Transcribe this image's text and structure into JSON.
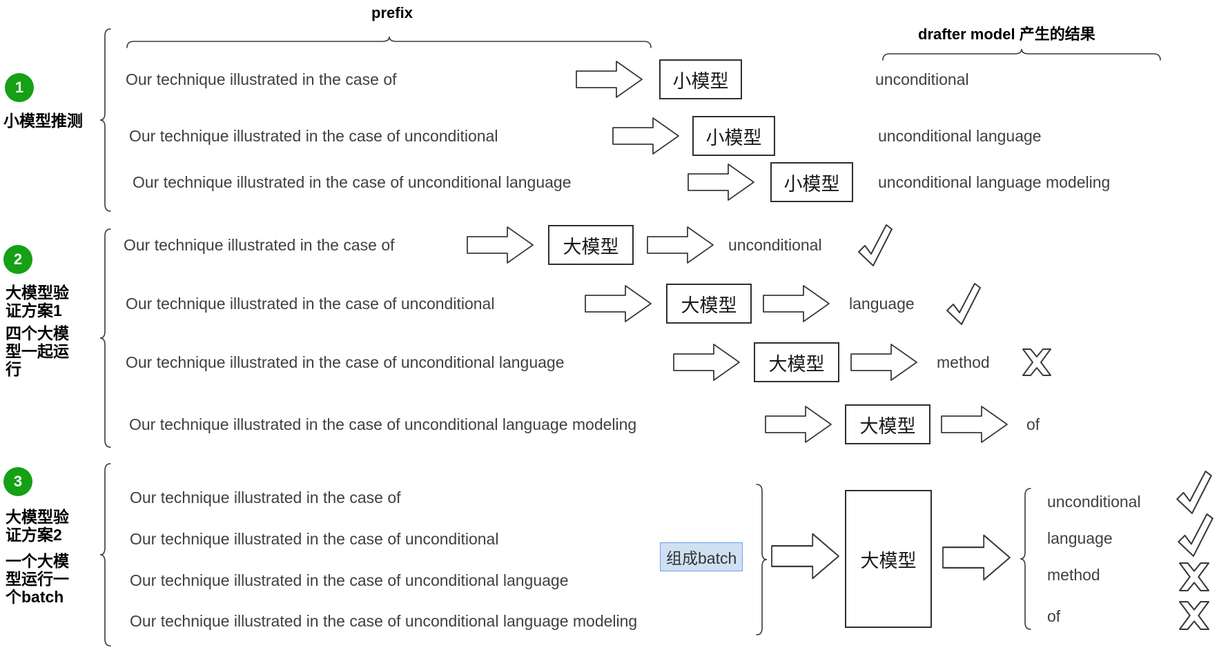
{
  "header": {
    "prefix_label": "prefix",
    "drafter_label": "drafter model 产生的结果"
  },
  "sections": [
    {
      "number": "1",
      "title": "小模型推测",
      "rows": [
        {
          "prefix": "Our technique illustrated in the case of",
          "model": "小模型",
          "output": "unconditional"
        },
        {
          "prefix": "Our technique illustrated in the case of unconditional",
          "model": "小模型",
          "output": "unconditional language"
        },
        {
          "prefix": "Our technique illustrated in the case of unconditional language",
          "model": "小模型",
          "output": "unconditional language modeling"
        }
      ]
    },
    {
      "number": "2",
      "title": "大模型验证方案1",
      "subtitle": "四个大模型一起运行",
      "rows": [
        {
          "prefix": "Our technique illustrated in the case of",
          "model": "大模型",
          "output": "unconditional",
          "mark": "check"
        },
        {
          "prefix": "Our technique illustrated in the case of unconditional",
          "model": "大模型",
          "output": "language",
          "mark": "check"
        },
        {
          "prefix": "Our technique illustrated in the case of unconditional language",
          "model": "大模型",
          "output": "method",
          "mark": "cross"
        },
        {
          "prefix": "Our technique illustrated in the case of unconditional language modeling",
          "model": "大模型",
          "output": "of",
          "mark": "none"
        }
      ]
    },
    {
      "number": "3",
      "title": "大模型验证方案2",
      "subtitle": "一个大模型运行一个batch",
      "batch_label": "组成batch",
      "model": "大模型",
      "prefixes": [
        "Our technique illustrated in the case of",
        "Our technique illustrated in the case of unconditional",
        "Our technique illustrated in the case of unconditional language",
        "Our technique illustrated in the case of unconditional language modeling"
      ],
      "outputs": [
        {
          "text": "unconditional",
          "mark": "check"
        },
        {
          "text": "language",
          "mark": "check"
        },
        {
          "text": "method",
          "mark": "cross"
        },
        {
          "text": "of",
          "mark": "cross"
        }
      ]
    }
  ],
  "colors": {
    "badge_green": "#15A015",
    "highlight_bg": "#CFE0F2",
    "highlight_border": "#6D9EEB",
    "body_text": "#404040",
    "line": "#3A3A3A"
  }
}
